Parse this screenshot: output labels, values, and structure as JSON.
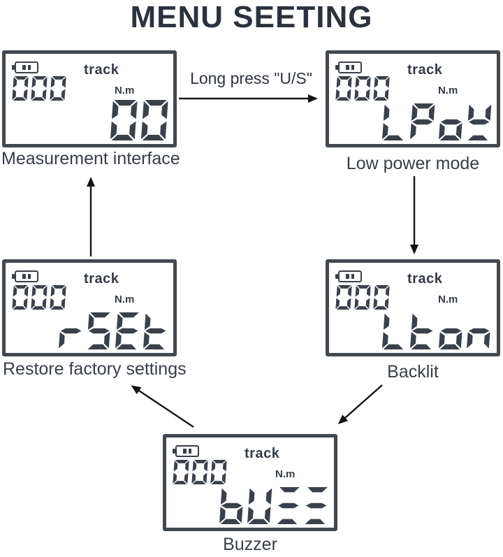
{
  "title": "MENU SEETING",
  "transition_label": "Long press \"U/S\"",
  "colors": {
    "ink": "#3b414b",
    "lcd_border": "#43484f",
    "arrow": "#151515",
    "title": "#2c323d",
    "caption": "#383e47"
  },
  "displays": [
    {
      "battery_icon": "battery-two-bars-icon",
      "counter": "000",
      "mode": "track",
      "unit": "N.m",
      "reading": "00",
      "caption": "Measurement interface"
    },
    {
      "battery_icon": "battery-two-bars-icon",
      "counter": "000",
      "mode": "track",
      "unit": "N.m",
      "reading": "LPoY",
      "caption": "Low power mode"
    },
    {
      "battery_icon": "battery-two-bars-icon",
      "counter": "000",
      "mode": "track",
      "unit": "N.m",
      "reading": "rSEt",
      "caption": "Restore factory settings"
    },
    {
      "battery_icon": "battery-two-bars-icon",
      "counter": "000",
      "mode": "track",
      "unit": "N.m",
      "reading": "Lton",
      "caption": "Backlit"
    },
    {
      "battery_icon": "battery-two-bars-icon",
      "counter": "000",
      "mode": "track",
      "unit": "N.m",
      "reading": "bUZZ",
      "caption": "Buzzer"
    }
  ]
}
